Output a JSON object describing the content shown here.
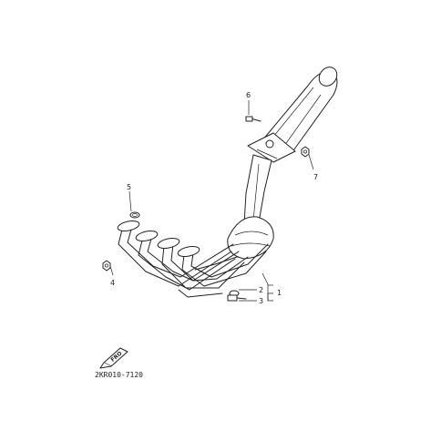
{
  "diagram": {
    "callouts": [
      "1",
      "2",
      "3",
      "4",
      "5",
      "6",
      "7"
    ],
    "front_marker": "FRO",
    "drawing_code": "2KR010-7120"
  }
}
